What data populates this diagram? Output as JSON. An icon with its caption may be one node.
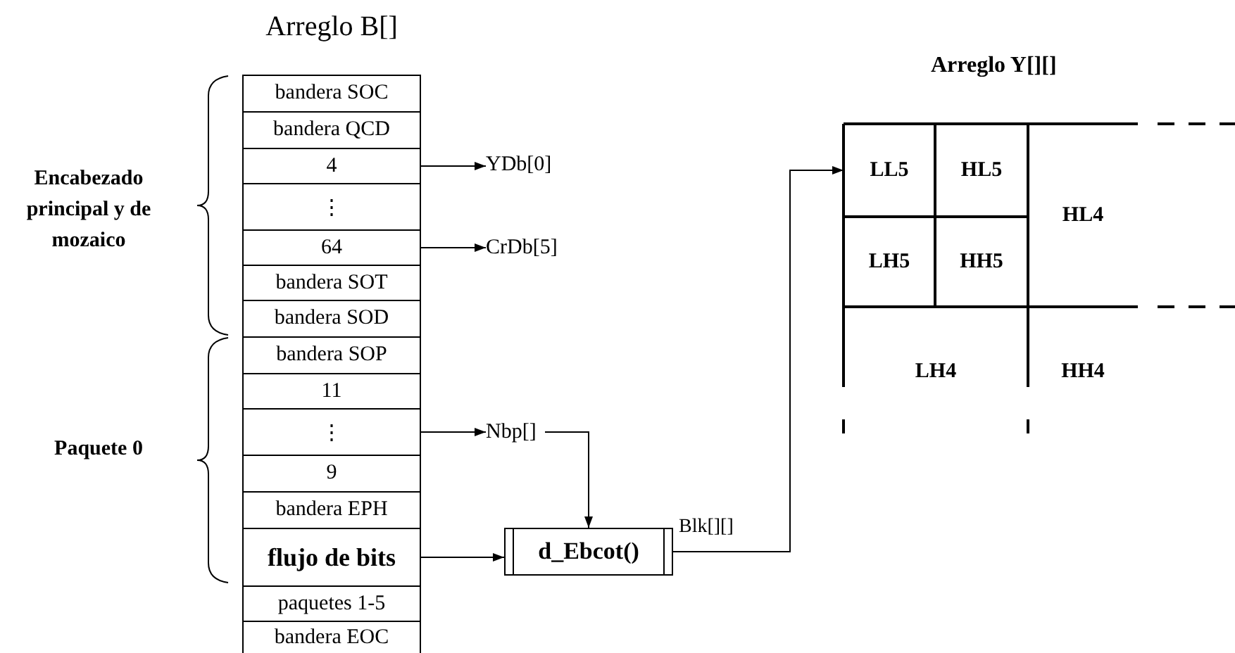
{
  "diagram": {
    "nodes": [
      {
        "text": [
          "Arreglo B[]"
        ]
      },
      {
        "text": [
          "bandera SOC"
        ],
        "in": 0
      },
      {
        "text": [
          "bandera QCD"
        ],
        "in": 0
      },
      {
        "text": [
          "4"
        ],
        "in": 0
      },
      {
        "text": [
          "⋮"
        ],
        "in": 0
      },
      {
        "text": [
          "64"
        ],
        "in": 0
      },
      {
        "text": [
          "bandera SOT"
        ],
        "in": 0
      },
      {
        "text": [
          "bandera SOD"
        ],
        "in": 0
      },
      {
        "text": [
          "bandera SOP"
        ],
        "in": 0
      },
      {
        "text": [
          "11"
        ],
        "in": 0
      },
      {
        "text": [
          "⋮"
        ],
        "in": 0
      },
      {
        "text": [
          "9"
        ],
        "in": 0
      },
      {
        "text": [
          "bandera EPH"
        ],
        "in": 0
      },
      {
        "text": [
          "flujo de bits"
        ],
        "in": 0
      },
      {
        "text": [
          "paquetes 1-5"
        ],
        "in": 0
      },
      {
        "text": [
          "bandera EOC"
        ],
        "in": 0
      },
      {
        "text": [
          "YDb[0]"
        ]
      },
      {
        "text": [
          "CrDb[5]"
        ]
      },
      {
        "text": [
          "Nbp[]"
        ]
      },
      {
        "text": [
          "d_Ebcot()"
        ]
      },
      {
        "text": [
          "Arreglo Y[][]"
        ]
      },
      {
        "text": [
          "LL5"
        ],
        "in": 20
      },
      {
        "text": [
          "HL5"
        ],
        "in": 20
      },
      {
        "text": [
          "LH5"
        ],
        "in": 20
      },
      {
        "text": [
          "HH5"
        ],
        "in": 20
      },
      {
        "text": [
          "HL4"
        ],
        "in": 20
      },
      {
        "text": [
          "LH4"
        ],
        "in": 20
      },
      {
        "text": [
          "HH4"
        ],
        "in": 20
      }
    ],
    "edges": [
      {
        "from": 3,
        "to": 16,
        "arrow": "to"
      },
      {
        "from": 5,
        "to": 17,
        "arrow": "to"
      },
      {
        "from": 10,
        "to": 18,
        "arrow": "to"
      },
      {
        "from": 18,
        "to": 19,
        "arrow": "to"
      },
      {
        "from": 13,
        "to": 19,
        "arrow": "to"
      },
      {
        "from": 19,
        "to": 21,
        "arrow": "to",
        "label": "Blk[][]"
      }
    ],
    "labels": [
      "Encabezado principal y de mozaico",
      "Paquete 0"
    ]
  }
}
